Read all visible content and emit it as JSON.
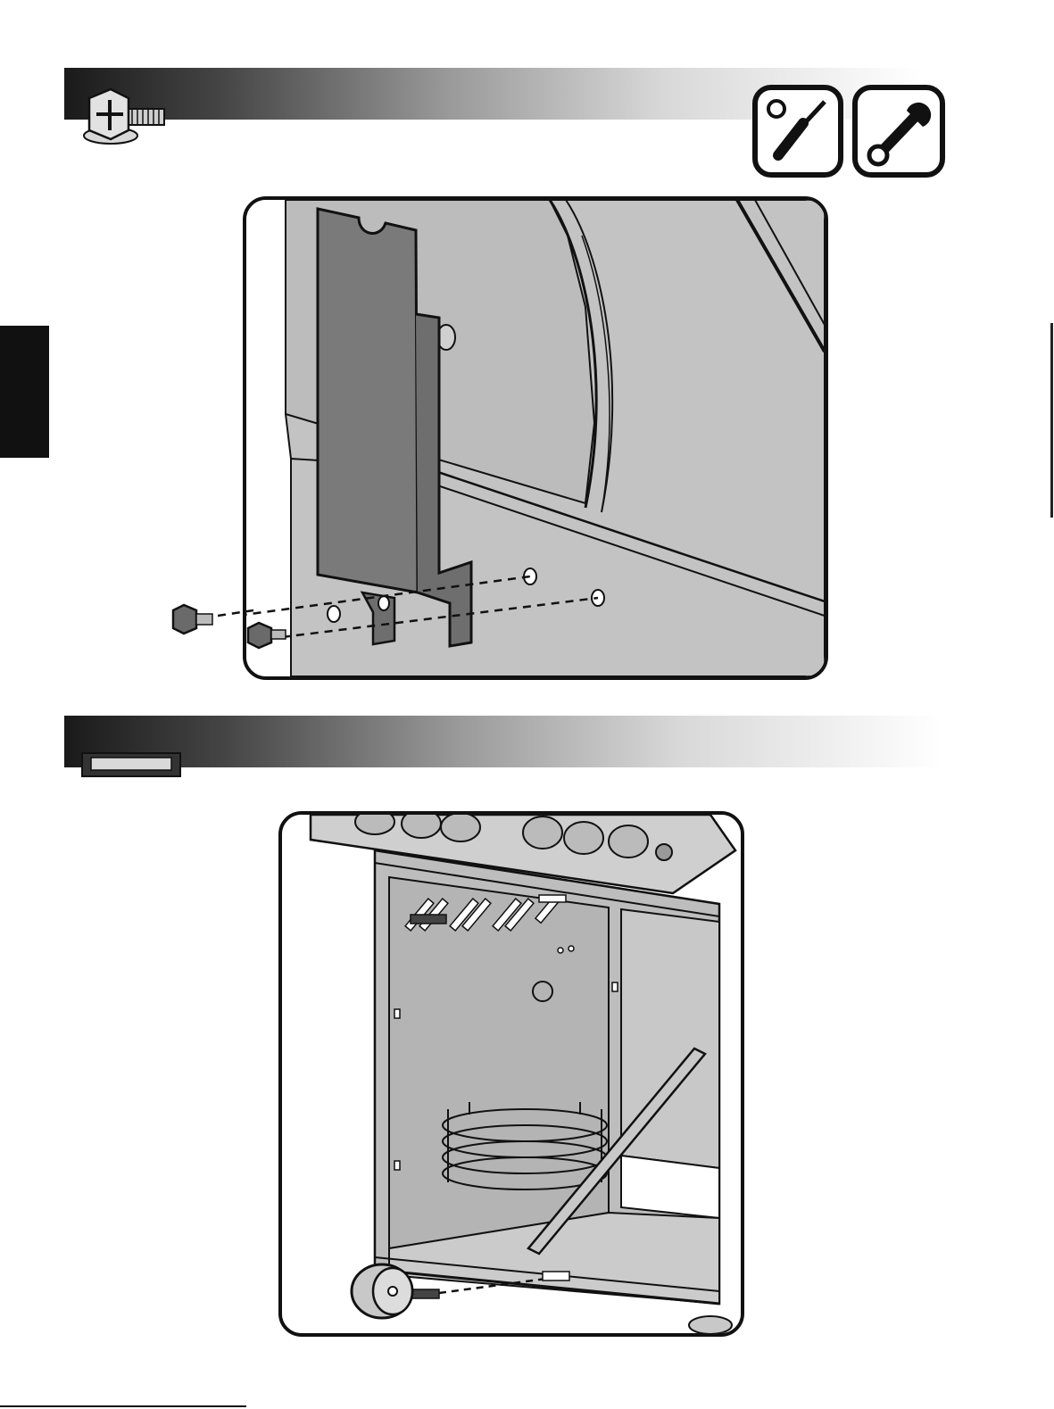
{
  "page": {
    "sections": [
      {
        "id": "step-a",
        "part_icon": "hex-bolt-icon",
        "tools": [
          "screwdriver-icon",
          "wrench-icon"
        ],
        "illustration": "heat-shield-bracket-bolt-illustration"
      },
      {
        "id": "step-b",
        "part_icon": "magnet-clip-icon",
        "illustration": "cart-cabinet-magnet-illustration"
      }
    ],
    "colors": {
      "ink": "#111111",
      "panel_gray": "#bdbdbd",
      "dark_part": "#7a7a7a",
      "tab": "#111111"
    }
  }
}
